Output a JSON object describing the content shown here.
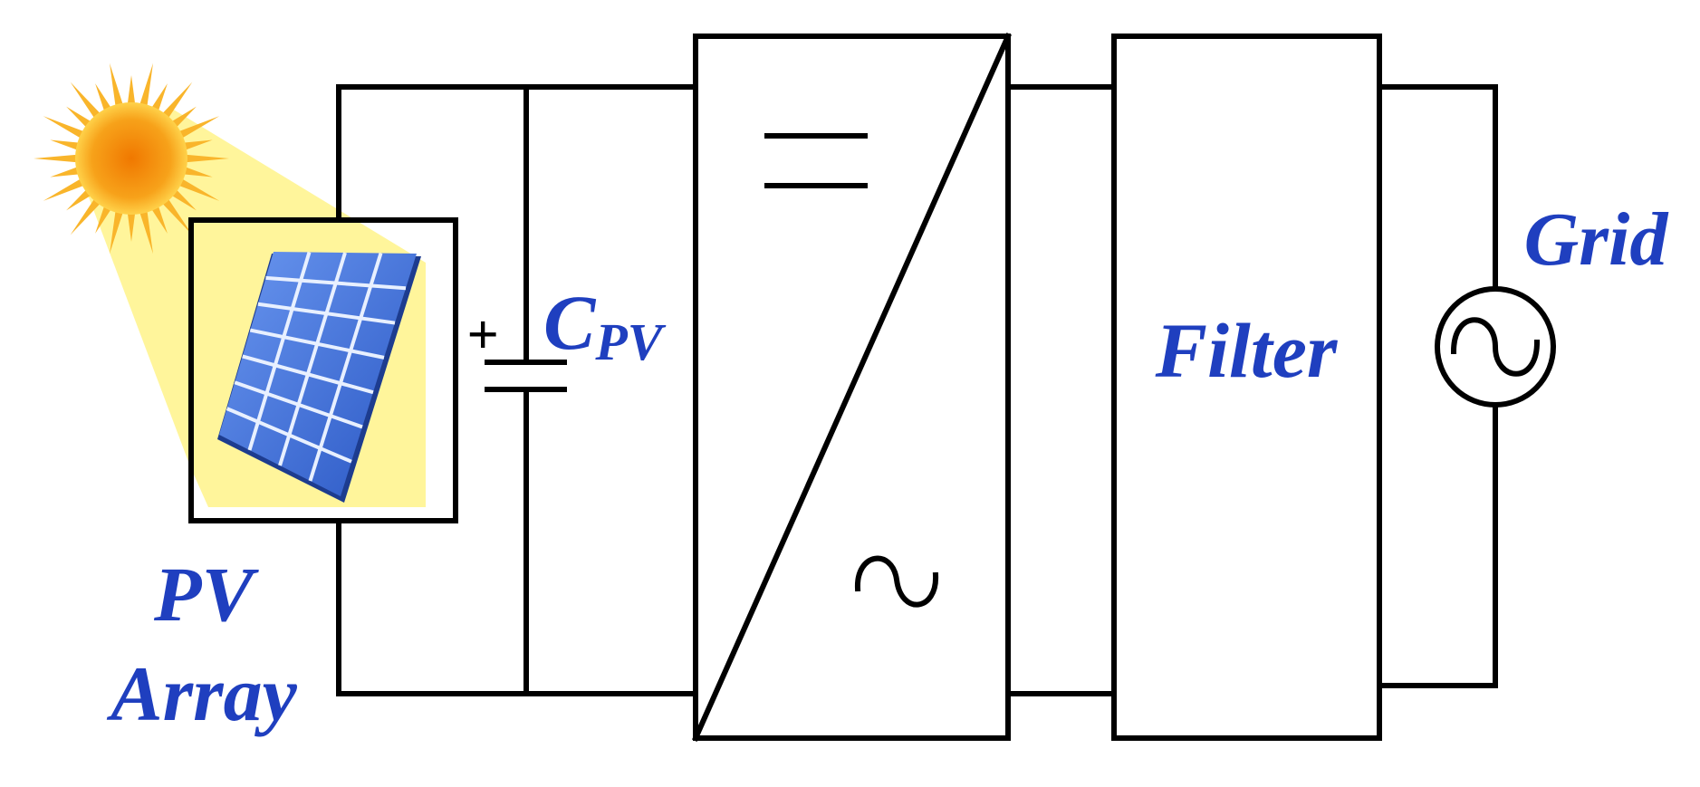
{
  "labels": {
    "pv_line1": "PV",
    "pv_line2": "Array",
    "cap_main": "C",
    "cap_sub": "PV",
    "cap_polarity": "+",
    "filter": "Filter",
    "grid": "Grid"
  },
  "colors": {
    "label": "#1f3fbf",
    "line": "#000000",
    "panel": "#3f6fd6",
    "sun": "#f7a21a",
    "beam": "#fff38a"
  },
  "icons": {
    "sun": "sun-icon",
    "panel": "solar-panel-icon",
    "dc_symbol": "dc-symbol-icon",
    "ac_symbol": "ac-tilde-icon",
    "grid_source": "ac-source-icon"
  }
}
